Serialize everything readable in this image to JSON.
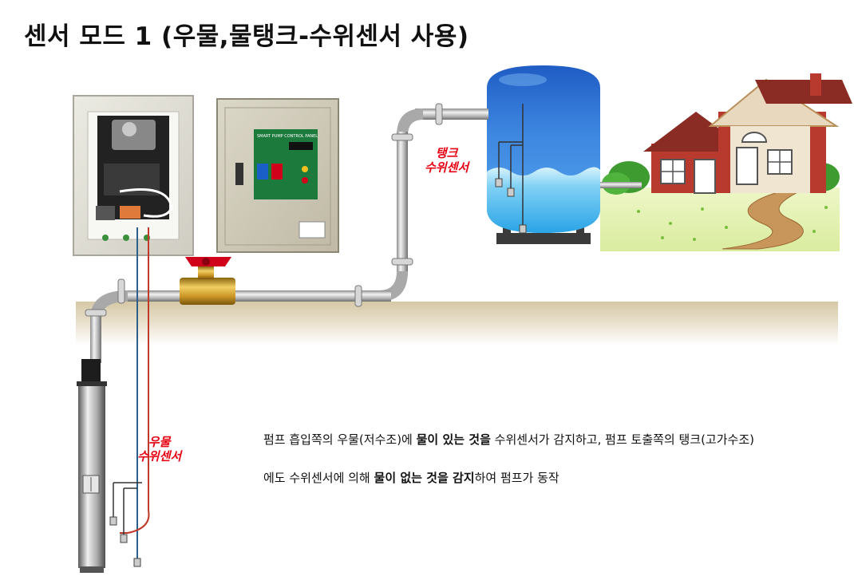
{
  "title": "센서 모드 1 (우물,물탱크-수위센서 사용)",
  "labels": {
    "tank_sensor_line1": "탱크",
    "tank_sensor_line2": "수위센서",
    "well_sensor_line1": "우물",
    "well_sensor_line2": "수위센서"
  },
  "panel": {
    "header": "SMART PUMP CONTROL PANEL"
  },
  "description": {
    "p1": "펌프 흡입쪽의 우물(저수조)에 ",
    "b1": "물이 있는 것을",
    "p2": " 수위센서가 감지하고, 펌프 토출쪽의 탱크(고가수조)에도 수위센서에 의해 ",
    "b2": "물이 없는 것을 감지",
    "p3": "하여 펌프가 동작"
  },
  "colors": {
    "sensor_label": "#e60012",
    "tank_top": "#2d6fd1",
    "tank_water": "#4fb6ee",
    "ground": "#cdc1a3",
    "valve_handle": "#d0021b",
    "house_wall": "#b83a2f"
  }
}
